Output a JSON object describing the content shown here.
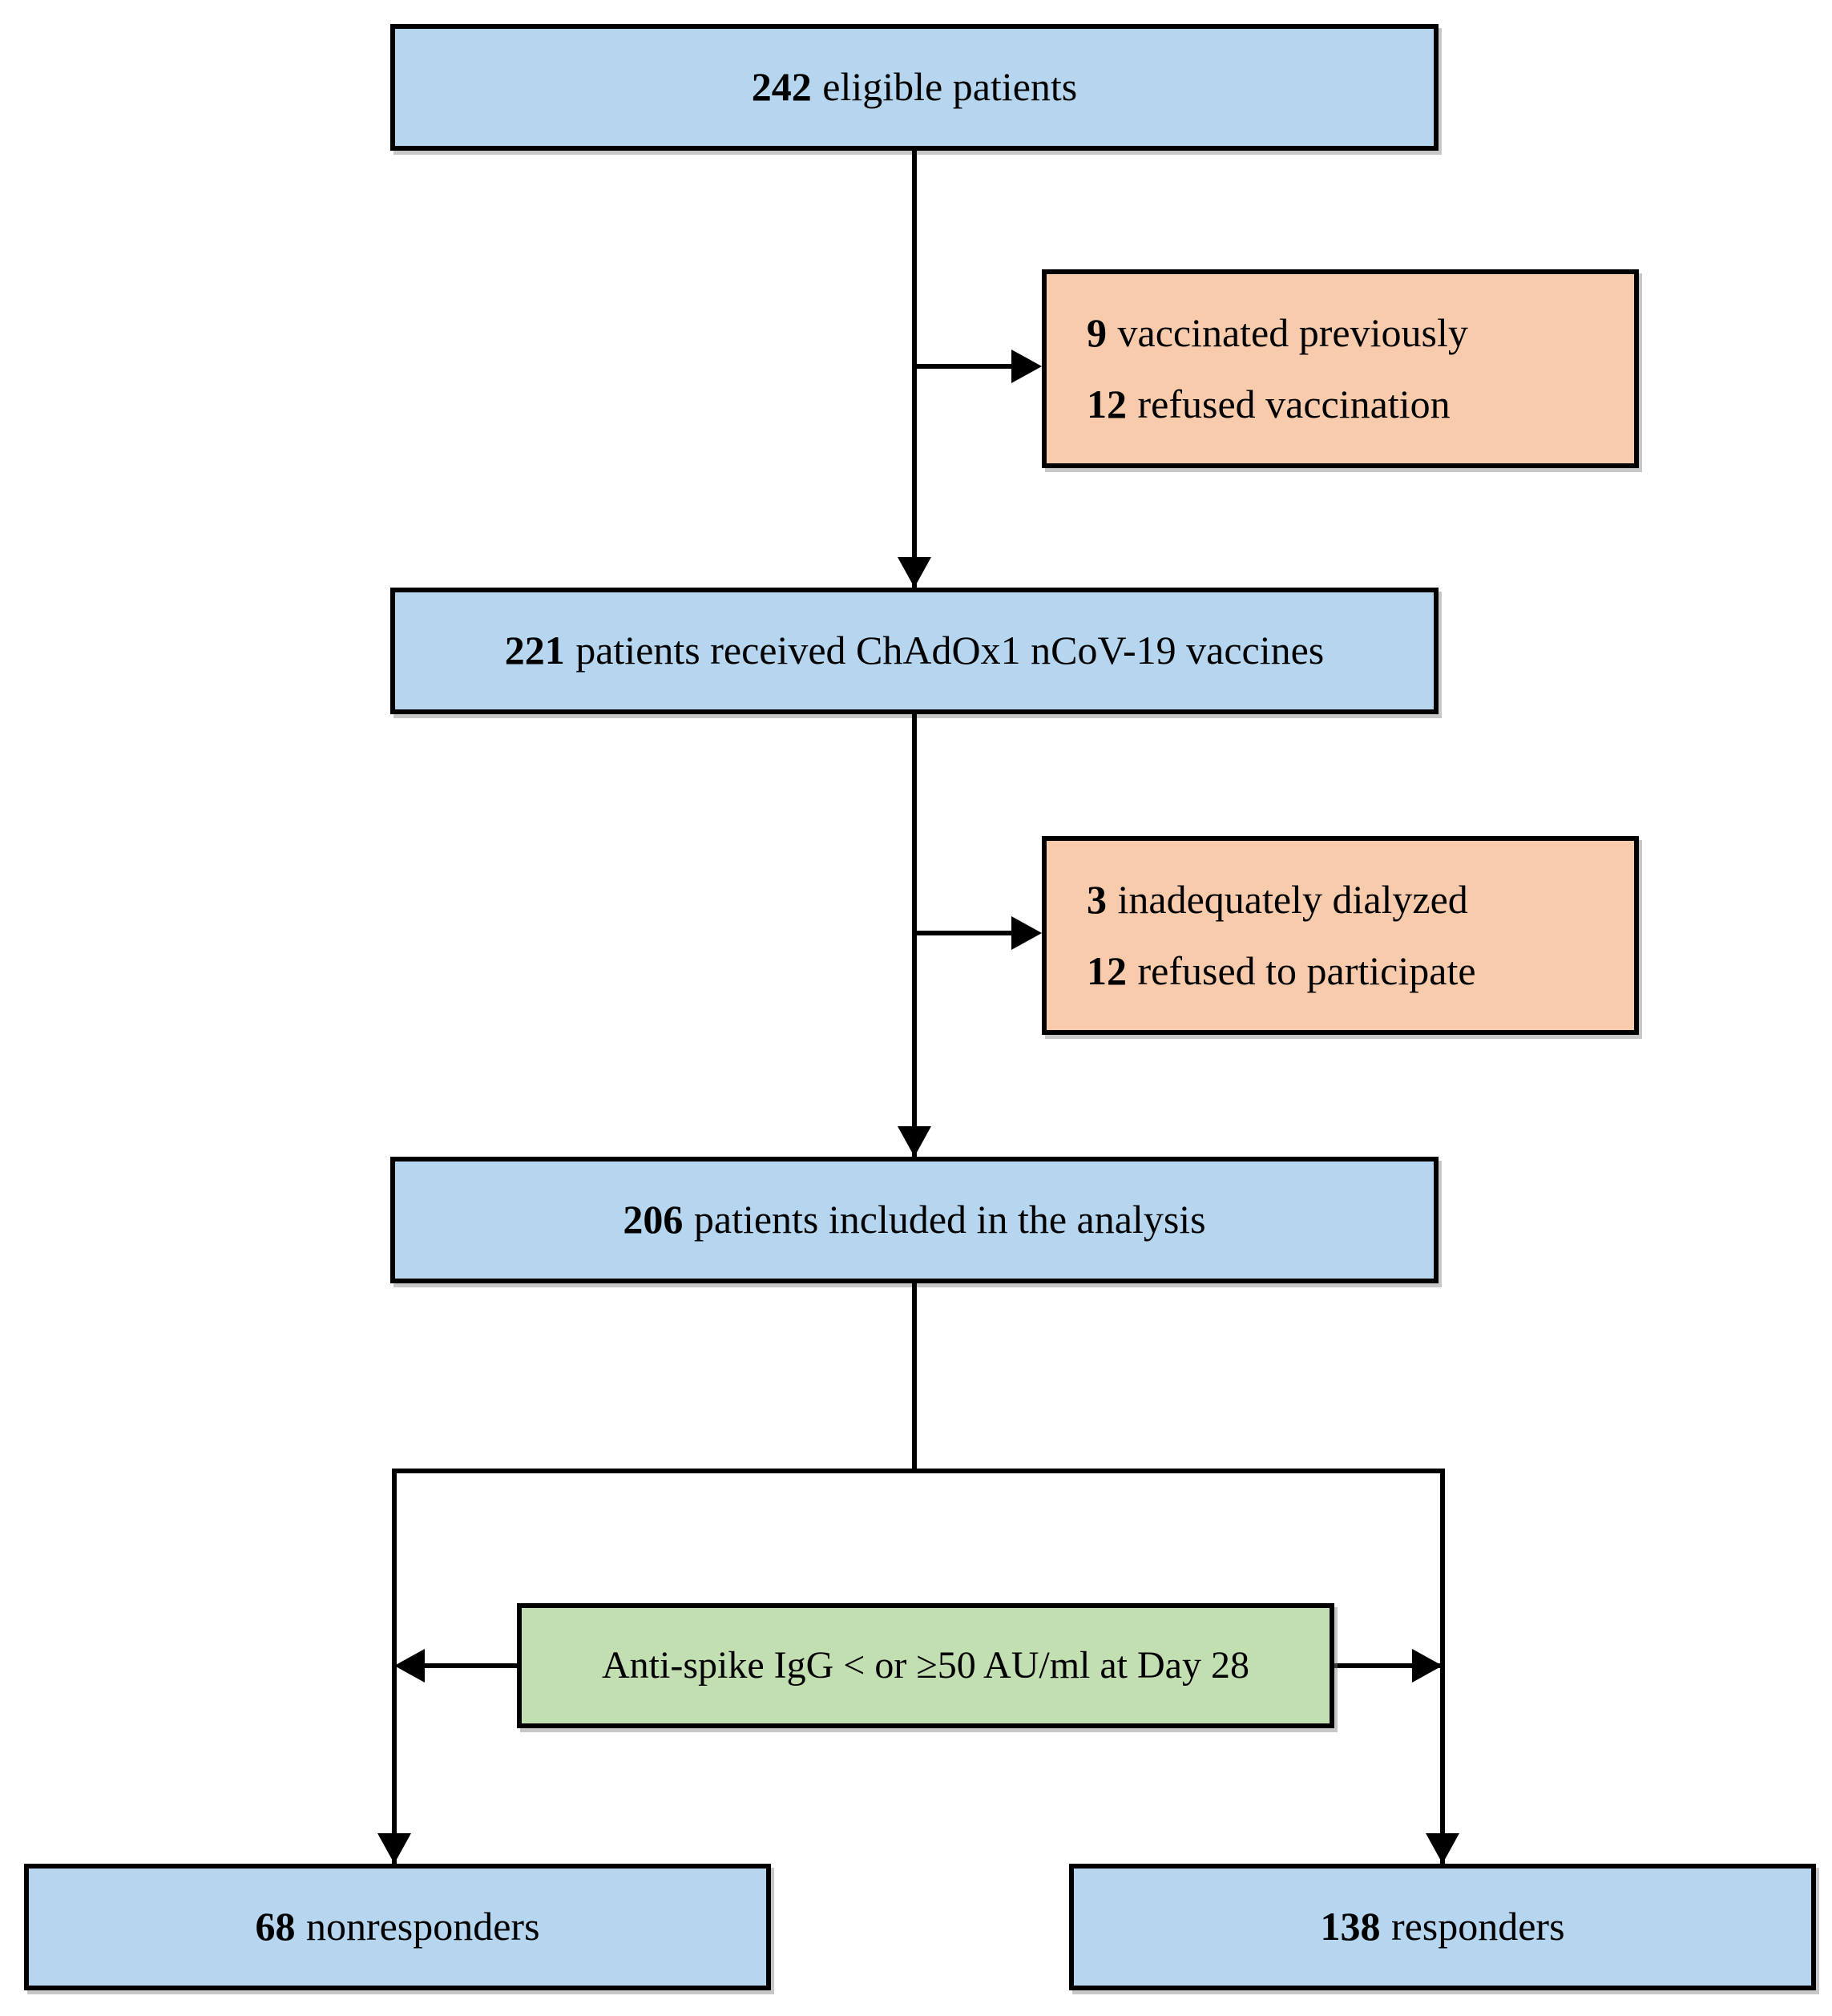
{
  "figure": {
    "background": "#FFFFFF",
    "palette": {
      "process_fill": "#B5D6EE",
      "exclusion_fill": "#F8CBAD",
      "decision_fill": "#C2DFB2",
      "border": "#000000"
    },
    "boxes": {
      "eligible": {
        "number": "242",
        "label": "eligible patients"
      },
      "received": {
        "number": "221",
        "label": "patients received ChAdOx1 nCoV-19 vaccines"
      },
      "included": {
        "number": "206",
        "label": "patients included in the analysis"
      },
      "exclusion1": {
        "lines": [
          {
            "number": "9",
            "label": "vaccinated previously"
          },
          {
            "number": "12",
            "label": "refused vaccination"
          }
        ]
      },
      "exclusion2": {
        "lines": [
          {
            "number": "3",
            "label": "inadequately dialyzed"
          },
          {
            "number": "12",
            "label": "refused to participate"
          }
        ]
      },
      "decision": {
        "label": "Anti-spike IgG < or ≥50 AU/ml at Day 28"
      },
      "nonresponders": {
        "number": "68",
        "label": "nonresponders"
      },
      "responders": {
        "number": "138",
        "label": "responders"
      }
    }
  }
}
